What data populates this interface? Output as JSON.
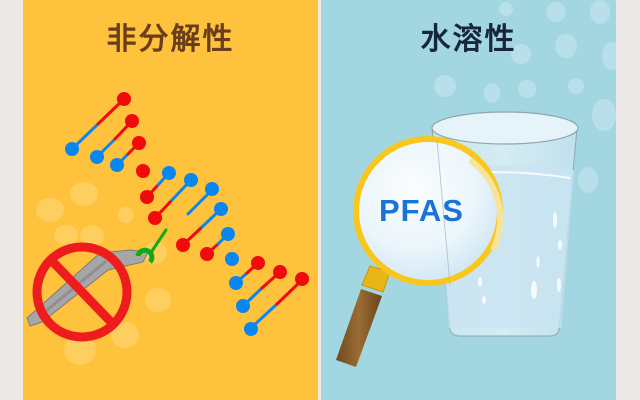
{
  "left_panel": {
    "title": "非分解性",
    "background_color": "#FEC23C",
    "title_color": "#6A3E1A",
    "illustration": "dna-strand-with-prohibited-cutter",
    "icons": [
      "dna-icon",
      "no-entry-icon",
      "scissors-blade-icon"
    ]
  },
  "right_panel": {
    "title": "水溶性",
    "background_color": "#A2D7E2",
    "title_color": "#17253F",
    "illustration": "magnifier-over-water-glass",
    "magnifier_label": "PFAS",
    "magnifier_label_color": "#1A73D9",
    "icons": [
      "magnifying-glass-icon",
      "water-glass-icon"
    ]
  },
  "colors": {
    "outer_background": "#ECE8E5",
    "dna_red": "#F00A0A",
    "dna_blue": "#0A86F0",
    "bond_green": "#12AA12",
    "prohibit_red": "#EE1C1C"
  }
}
